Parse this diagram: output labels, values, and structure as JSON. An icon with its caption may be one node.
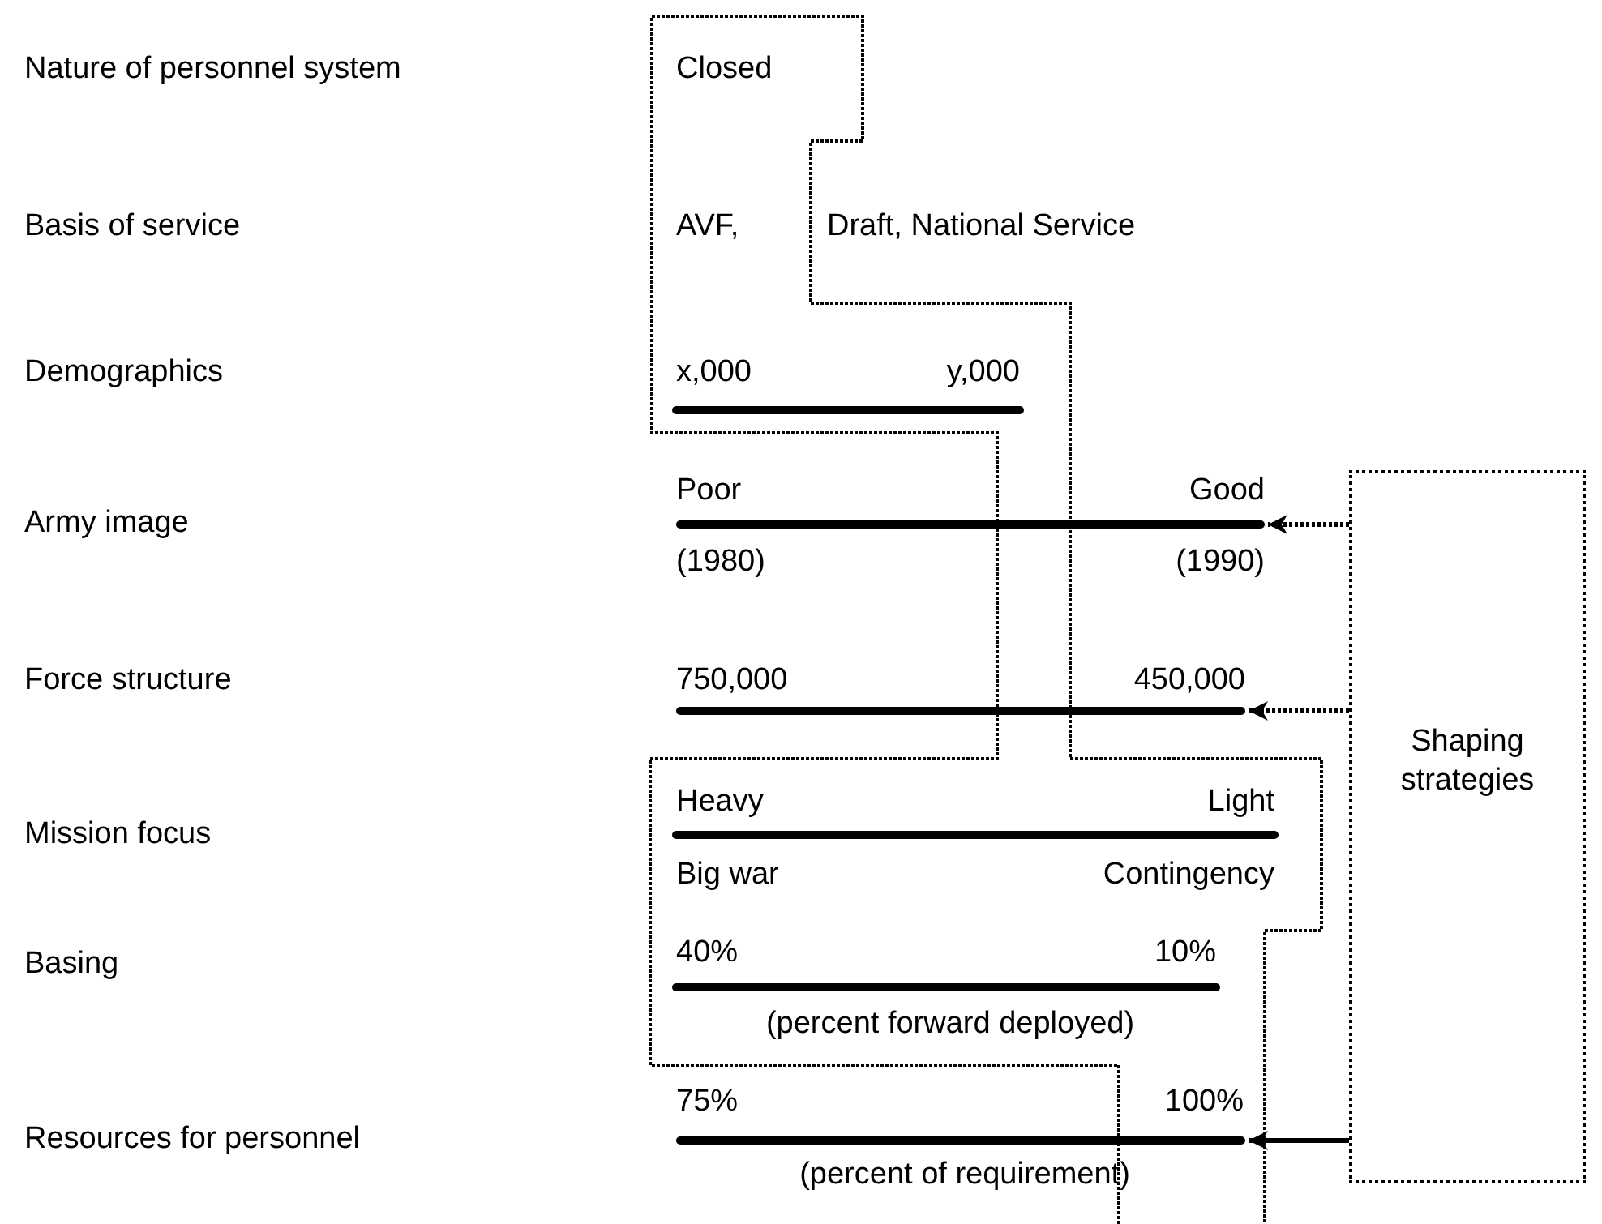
{
  "diagram": {
    "nodes": [
      {
        "text": [
          "Shaping strategies"
        ]
      },
      {
        "text": [],
        "shape": "bar"
      },
      {
        "text": [],
        "shape": "bar"
      },
      {
        "text": [],
        "shape": "bar"
      }
    ],
    "edges": [
      {
        "from": 0,
        "to": 1,
        "arrow": "to",
        "style": "dashed"
      },
      {
        "from": 0,
        "to": 2,
        "arrow": "to",
        "style": "dashed"
      },
      {
        "from": 0,
        "to": 3,
        "arrow": "to"
      }
    ],
    "labels": [
      "Nature of personnel system",
      "Closed",
      "Basis of service",
      "AVF,",
      "Draft, National Service",
      "Demographics",
      "x,000",
      "y,000",
      "Army image",
      "Poor",
      "Good",
      "(1980)",
      "(1990)",
      "Force structure",
      "750,000",
      "450,000",
      "Mission focus",
      "Heavy",
      "Light",
      "Big war",
      "Contingency",
      "Basing",
      "40%",
      "10%",
      "(percent forward deployed)",
      "Resources for personnel",
      "75%",
      "100%",
      "(percent of requirement)"
    ]
  }
}
